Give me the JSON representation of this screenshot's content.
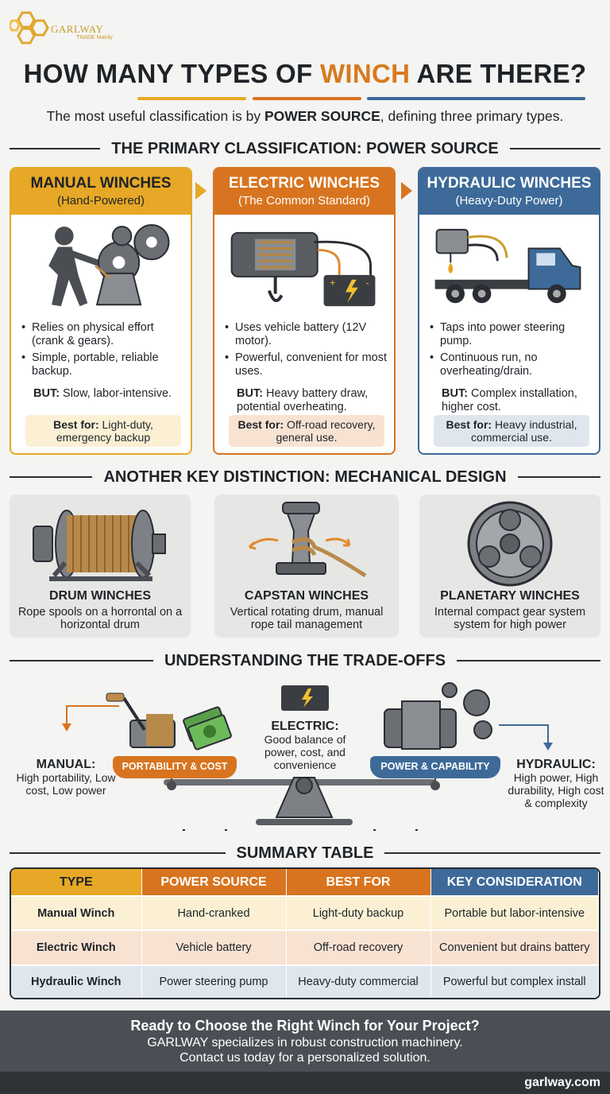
{
  "colors": {
    "manual": "#e6a826",
    "electric": "#d8741f",
    "hydraulic": "#3d6a99",
    "manual_bg": "#fbf0d4",
    "electric_bg": "#f8e2d2",
    "hydraulic_bg": "#dfe6ee",
    "dark": "#2a2d33"
  },
  "brand": {
    "name": "GARLWAY",
    "sub": "TRADE Mainly"
  },
  "header": {
    "title_pre": "HOW MANY TYPES OF ",
    "title_accent": "WINCH",
    "title_post": " ARE THERE?",
    "subtitle_pre": "The most useful classification is by ",
    "subtitle_bold": "POWER SOURCE",
    "subtitle_post": ", defining three primary types."
  },
  "section1": {
    "title": "THE PRIMARY CLASSIFICATION: POWER SOURCE"
  },
  "power_cards": [
    {
      "title": "MANUAL WINCHES",
      "subtitle": "(Hand-Powered)",
      "bullets": [
        "Relies on physical effort (crank & gears).",
        "Simple, portable, reliable backup."
      ],
      "but_label": "BUT:",
      "but_text": " Slow, labor-intensive.",
      "best_label": "Best for:",
      "best_text": " Light-duty, emergency backup"
    },
    {
      "title": "ELECTRIC WINCHES",
      "subtitle": "(The Common Standard)",
      "bullets": [
        "Uses vehicle battery (12V motor).",
        "Powerful, convenient for most uses."
      ],
      "but_label": "BUT:",
      "but_text": " Heavy battery draw, potential overheating.",
      "best_label": "Best for:",
      "best_text": " Off-road recovery, general use."
    },
    {
      "title": "HYDRAULIC WINCHES",
      "subtitle": "(Heavy-Duty Power)",
      "bullets": [
        "Taps into power steering pump.",
        "Continuous run, no overheating/drain."
      ],
      "but_label": "BUT:",
      "but_text": " Complex installation, higher cost.",
      "best_label": "Best for:",
      "best_text": " Heavy industrial, commercial use."
    }
  ],
  "section2": {
    "title": "ANOTHER KEY DISTINCTION: MECHANICAL DESIGN"
  },
  "mechanical": [
    {
      "title": "DRUM WINCHES",
      "desc": "Rope spools on a horrontal on a horizontal drum"
    },
    {
      "title": "CAPSTAN WINCHES",
      "desc": "Vertical rotating drum, manual rope tail management"
    },
    {
      "title": "PLANETARY WINCHES",
      "desc": "Internal compact gear system system for high power"
    }
  ],
  "section3": {
    "title": "UNDERSTANDING THE TRADE-OFFS"
  },
  "tradeoffs": {
    "manual_title": "MANUAL:",
    "manual_desc": "High portability, Low cost, Low power",
    "electric_title": "ELECTRIC:",
    "electric_desc": "Good balance of power, cost, and convenience",
    "hydraulic_title": "HYDRAULIC:",
    "hydraulic_desc": "High power, High durability, High cost & complexity",
    "left_pan": "PORTABILITY & COST",
    "right_pan": "POWER & CAPABILITY"
  },
  "section4": {
    "title": "SUMMARY TABLE"
  },
  "table": {
    "headers": [
      "TYPE",
      "POWER SOURCE",
      "BEST FOR",
      "KEY CONSIDERATION"
    ],
    "rows": [
      [
        "Manual Winch",
        "Hand-cranked",
        "Light-duty backup",
        "Portable but labor-intensive"
      ],
      [
        "Electric Winch",
        "Vehicle battery",
        "Off-road recovery",
        "Convenient but drains battery"
      ],
      [
        "Hydraulic Winch",
        "Power steering pump",
        "Heavy-duty commercial",
        "Powerful but complex install"
      ]
    ]
  },
  "footer": {
    "cta": "Ready to Choose the Right Winch for Your Project?",
    "line1": "GARLWAY specializes in robust construction machinery.",
    "line2": "Contact us today for a personalized solution.",
    "url": "garlway.com"
  }
}
